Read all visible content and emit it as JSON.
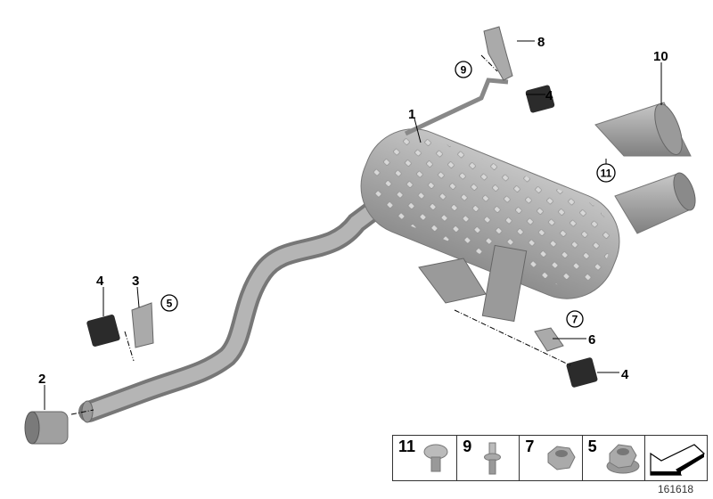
{
  "callouts": [
    {
      "number": "1",
      "circled": false
    },
    {
      "number": "2",
      "circled": false
    },
    {
      "number": "3",
      "circled": false
    },
    {
      "number": "4",
      "circled": false
    },
    {
      "number": "5",
      "circled": true
    },
    {
      "number": "6",
      "circled": false
    },
    {
      "number": "7",
      "circled": true
    },
    {
      "number": "8",
      "circled": false
    },
    {
      "number": "9",
      "circled": true
    },
    {
      "number": "10",
      "circled": false
    },
    {
      "number": "11",
      "circled": true
    }
  ],
  "legend": [
    {
      "number": "11",
      "icon": "torx-screw"
    },
    {
      "number": "9",
      "icon": "stud-bolt"
    },
    {
      "number": "7",
      "icon": "hex-nut"
    },
    {
      "number": "5",
      "icon": "flange-nut"
    },
    {
      "number": "",
      "icon": "direction-arrow"
    }
  ],
  "diagram_code": "161618",
  "colors": {
    "part": "#a9a9a9",
    "part_dark": "#7d7d7d",
    "rubber": "#2b2b2b"
  }
}
